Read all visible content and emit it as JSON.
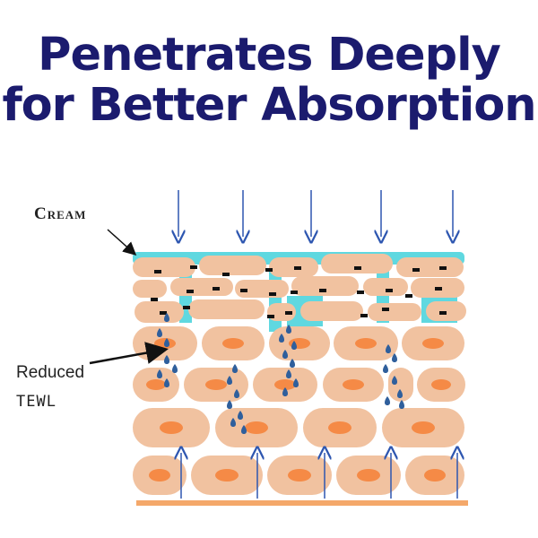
{
  "title": {
    "line1": "Penetrates Deeply",
    "line2": "for Better Absorption"
  },
  "labels": {
    "cream": "Cream",
    "tewl_line1": "Reduced",
    "tewl_line2": "TEWL"
  },
  "colors": {
    "title": "#1b1b6e",
    "cell": "#f1c2a0",
    "nucleus": "#f58a46",
    "cream_layer": "#5fd8e0",
    "arrow": "#2d56b0",
    "base_line": "#f4a86a",
    "droplet": "#2f5f9c",
    "junction": "#111111"
  },
  "icons": {
    "down_arrow": "down-arrow-icon",
    "up_arrow": "up-arrow-icon",
    "droplet": "droplet-icon"
  }
}
